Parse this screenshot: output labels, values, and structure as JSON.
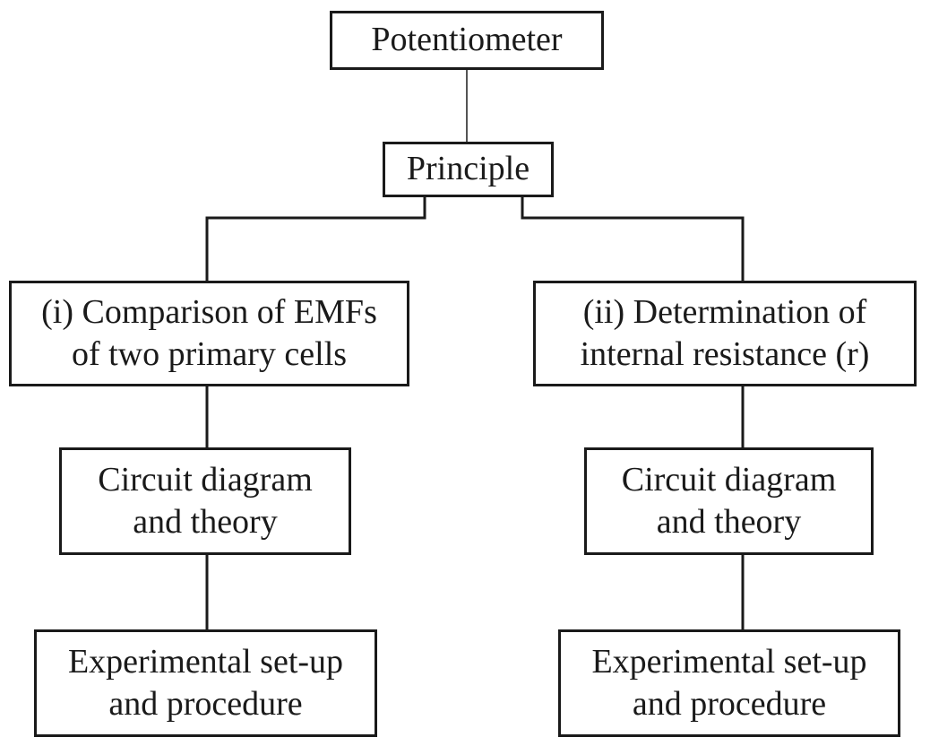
{
  "diagram": {
    "nodes": {
      "potentiometer": {
        "lines": [
          "Potentiometer"
        ]
      },
      "principle": {
        "lines": [
          "Principle"
        ]
      },
      "comparison": {
        "lines": [
          "(i) Comparison of EMFs",
          "of two primary cells"
        ]
      },
      "determination": {
        "lines": [
          "(ii) Determination of",
          "internal resistance (r)"
        ]
      },
      "circuit_left": {
        "lines": [
          "Circuit diagram",
          "and theory"
        ]
      },
      "circuit_right": {
        "lines": [
          "Circuit diagram",
          "and theory"
        ]
      },
      "setup_left": {
        "lines": [
          "Experimental set-up",
          "and procedure"
        ]
      },
      "setup_right": {
        "lines": [
          "Experimental set-up",
          "and procedure"
        ]
      }
    },
    "edges": [
      {
        "from": "potentiometer",
        "to": "principle"
      },
      {
        "from": "principle",
        "to": "comparison"
      },
      {
        "from": "principle",
        "to": "determination"
      },
      {
        "from": "comparison",
        "to": "circuit_left"
      },
      {
        "from": "determination",
        "to": "circuit_right"
      },
      {
        "from": "circuit_left",
        "to": "setup_left"
      },
      {
        "from": "circuit_right",
        "to": "setup_right"
      }
    ],
    "colors": {
      "stroke": "#1a1a1a",
      "background": "#ffffff"
    }
  }
}
